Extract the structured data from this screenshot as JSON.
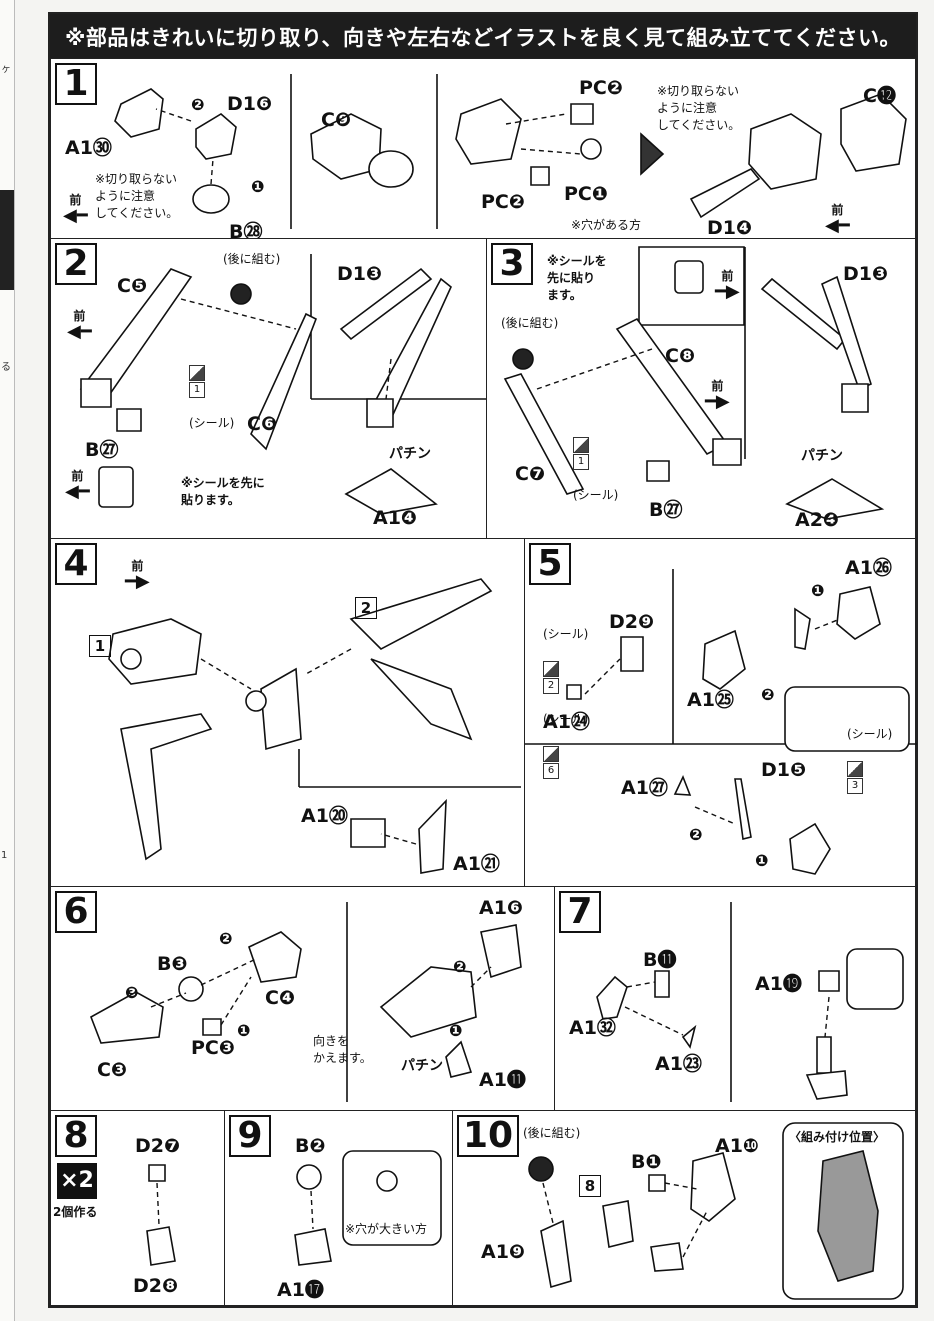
{
  "banner": "※部品はきれいに切り取り、向きや左右などイラストを良く見て組み立ててください。",
  "edge": {
    "chars": [
      "ヶ",
      "る",
      "1"
    ]
  },
  "step1": {
    "number": "1",
    "labels": [
      "A1㉚",
      "D1❻",
      "B㉘",
      "C❾",
      "PC❷",
      "PC❷",
      "PC❶",
      "C⓬",
      "D1❹"
    ],
    "note_a": "※切り取らない\nように注意\nしてください。",
    "note_b": "※切り取らない\nように注意\nしてください。",
    "hole": "※穴がある方",
    "front": "前",
    "order": [
      "❶",
      "❷"
    ]
  },
  "step2": {
    "number": "2",
    "labels": [
      "C❺",
      "B㉗",
      "C❻",
      "D1❸",
      "A1❹"
    ],
    "later": "(後に組む)",
    "seal_text": "(シール)",
    "seal_no": "1",
    "seal_note": "※シールを先に\n貼ります。",
    "snap": "パチン",
    "front": "前"
  },
  "step3": {
    "number": "3",
    "labels": [
      "C❽",
      "C❼",
      "B㉗",
      "D1❸",
      "A2❹"
    ],
    "seal_note": "※シールを\n先に貼り\nます。",
    "later": "(後に組む)",
    "seal_text": "(シール)",
    "seal_no": "1",
    "snap": "パチン",
    "front": "前"
  },
  "step4": {
    "number": "4",
    "labels": [
      "A1⑳",
      "A1㉑"
    ],
    "refs": [
      "1",
      "2"
    ],
    "front": "前"
  },
  "step5": {
    "number": "5",
    "labels": [
      "D2❾",
      "A1㉔",
      "A1㉖",
      "A1㉕",
      "A1㉗",
      "D1❺"
    ],
    "seal_text": "(シール)",
    "seals": [
      "2",
      "6",
      "3"
    ],
    "order": [
      "❶",
      "❷"
    ]
  },
  "step6": {
    "number": "6",
    "labels": [
      "B❸",
      "C❹",
      "PC❸",
      "C❸",
      "A1❻",
      "A1⓫"
    ],
    "turn_note": "向きを\nかえます。",
    "snap": "パチン",
    "order": [
      "❶",
      "❷",
      "❸"
    ]
  },
  "step7": {
    "number": "7",
    "labels": [
      "B⓫",
      "A1㉜",
      "A1㉓",
      "A1⓳"
    ]
  },
  "step8": {
    "number": "8",
    "multiplier": "×2",
    "make_note": "2個作る",
    "labels": [
      "D2❼",
      "D2❽"
    ]
  },
  "step9": {
    "number": "9",
    "labels": [
      "B❷",
      "A1⓱"
    ],
    "hole_note": "※穴が大きい方"
  },
  "step10": {
    "number": "10",
    "later": "(後に組む)",
    "labels": [
      "B❶",
      "A1❿",
      "A1❾"
    ],
    "ref": "8",
    "position_title": "〈組み付け位置〉"
  }
}
